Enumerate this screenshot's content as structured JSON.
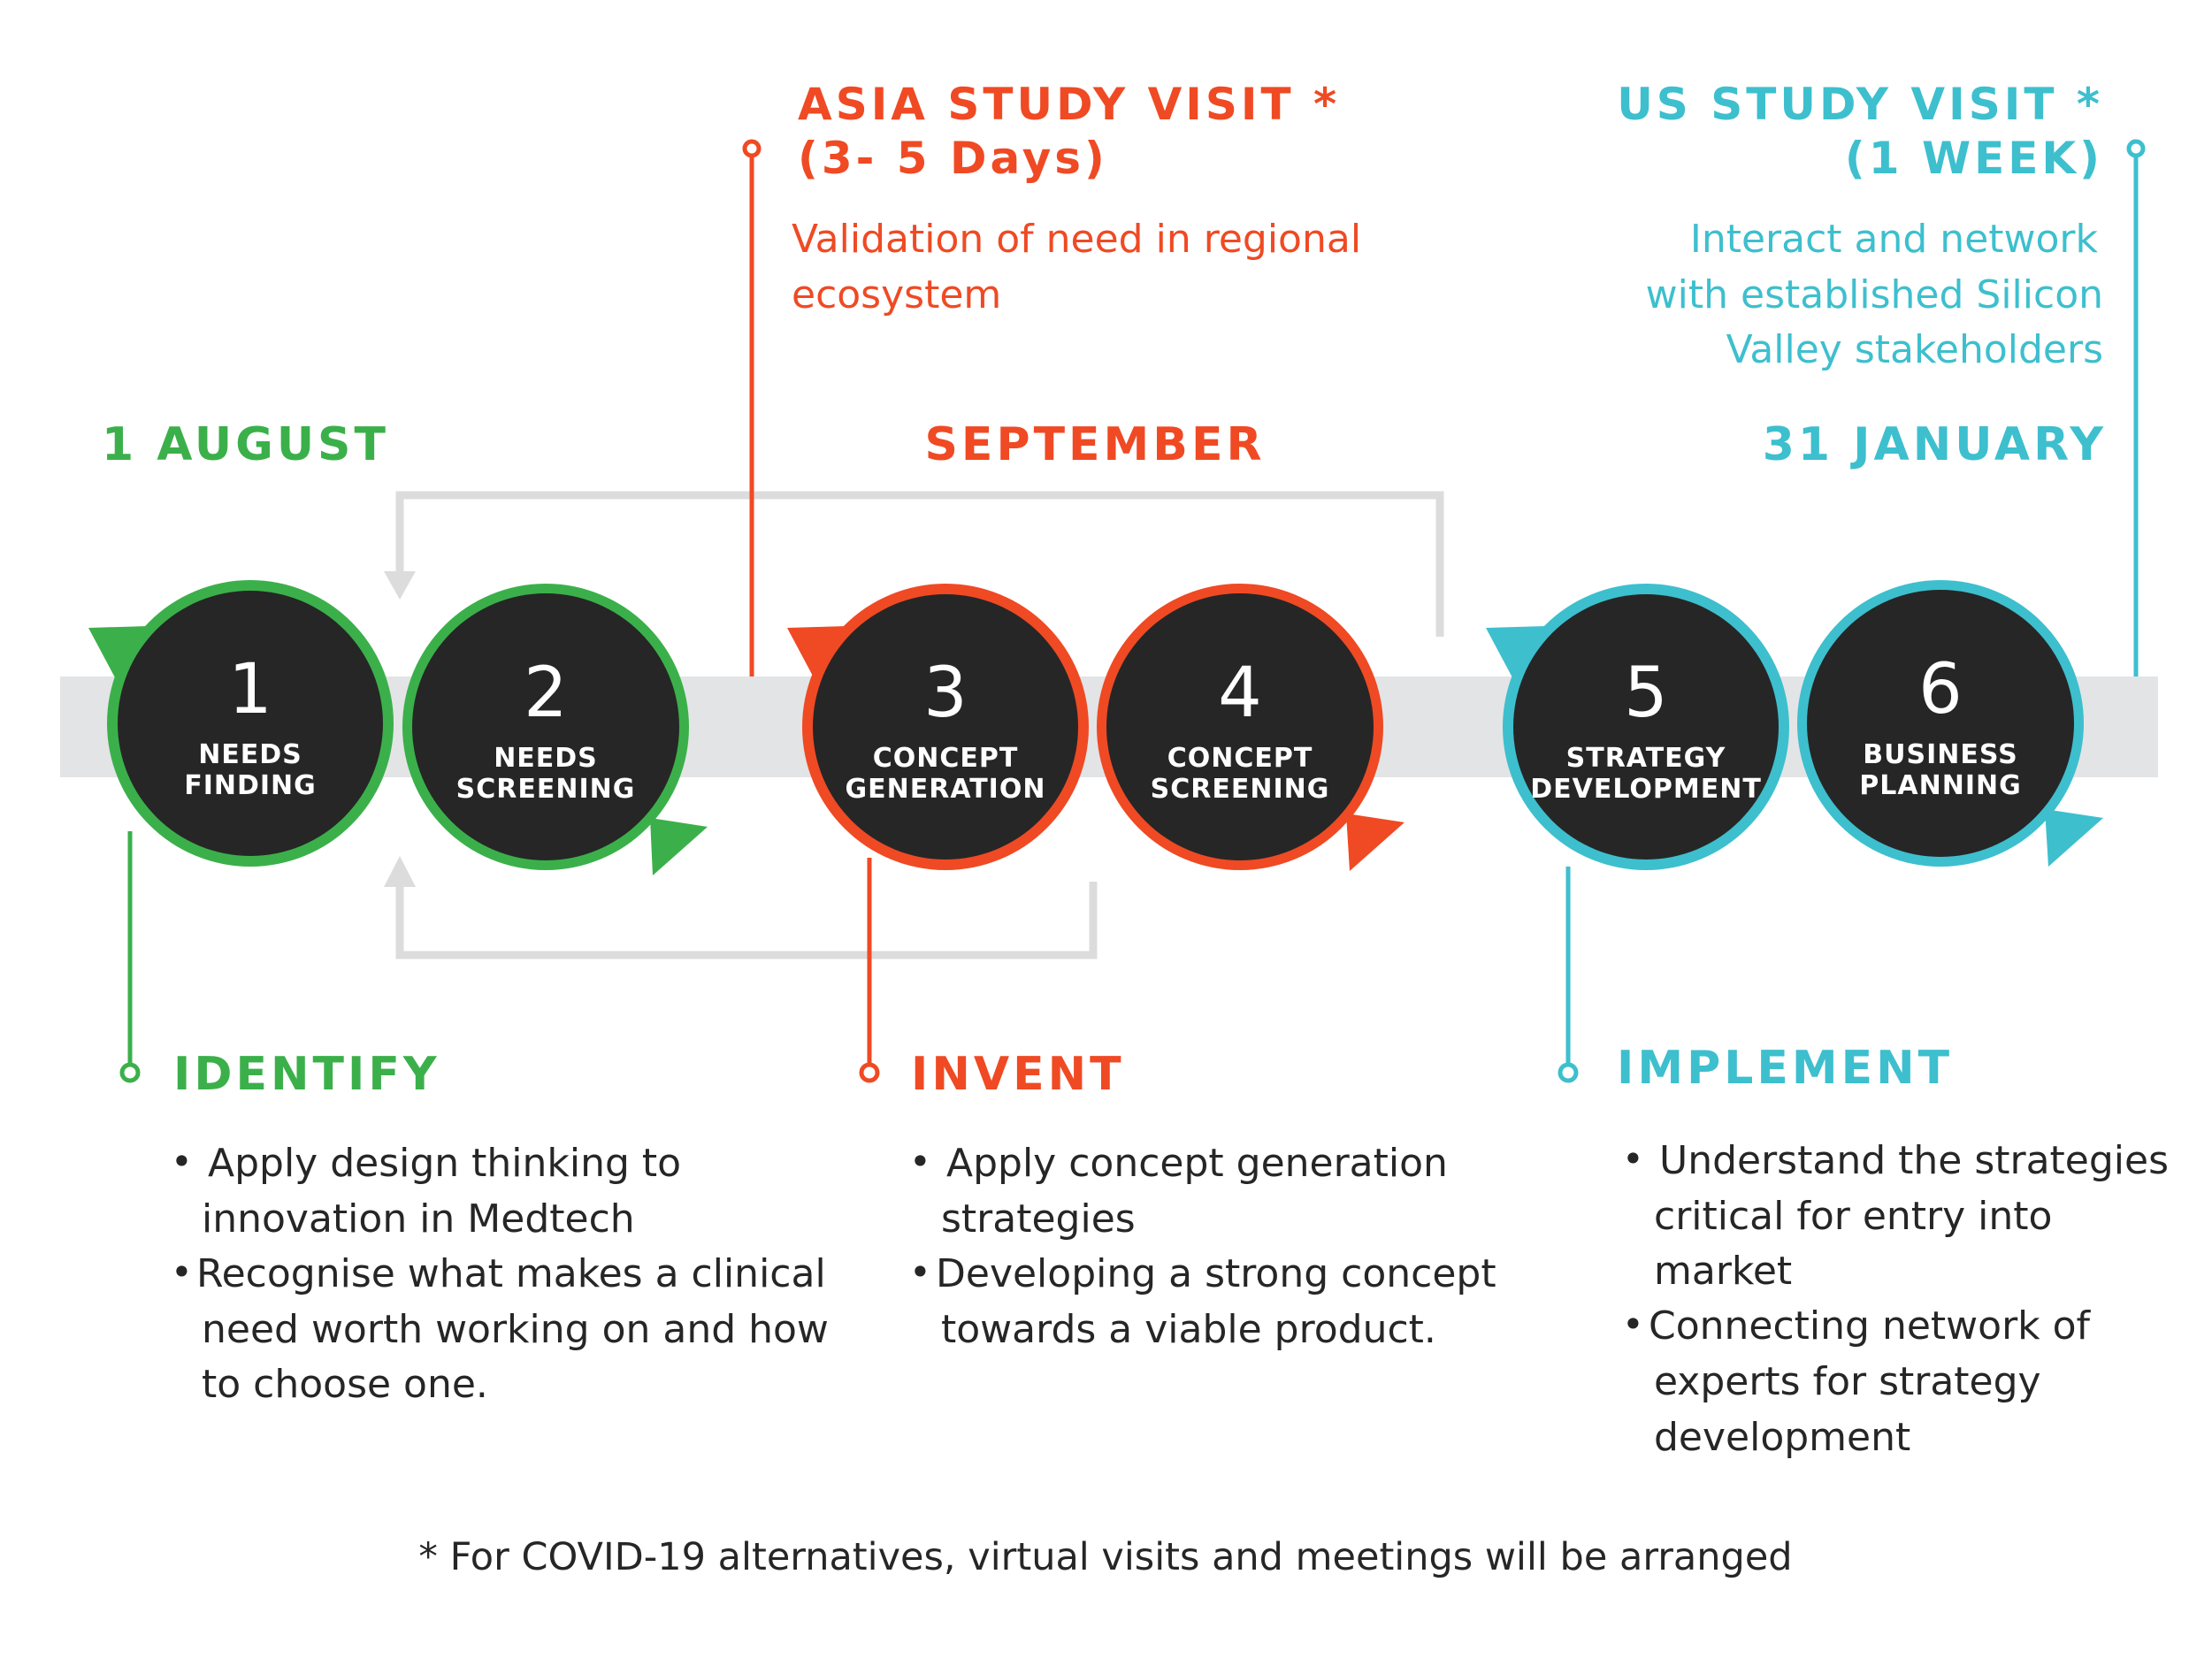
{
  "colors": {
    "green": "#3bb04a",
    "red": "#ef4a24",
    "teal": "#3dbfce",
    "dark": "#262626",
    "bar": "#e3e4e6",
    "loop": "#dcdcdc"
  },
  "dates": {
    "start": "1 AUGUST",
    "mid": "SEPTEMBER",
    "end": "31 JANUARY"
  },
  "asia_visit": {
    "title_line1": "ASIA STUDY VISIT *",
    "title_line2": "(3- 5 Days)",
    "desc_line1": "Validation of need in regional",
    "desc_line2": "ecosystem"
  },
  "us_visit": {
    "title_line1": "US STUDY VISIT *",
    "title_line2": "(1 WEEK)",
    "desc_line1": "Interact and network",
    "desc_line2": "with established Silicon",
    "desc_line3": "Valley stakeholders"
  },
  "steps": [
    {
      "num": "1",
      "line1": "NEEDS",
      "line2": "FINDING",
      "color": "green"
    },
    {
      "num": "2",
      "line1": "NEEDS",
      "line2": "SCREENING",
      "color": "green"
    },
    {
      "num": "3",
      "line1": "CONCEPT",
      "line2": "GENERATION",
      "color": "red"
    },
    {
      "num": "4",
      "line1": "CONCEPT",
      "line2": "SCREENING",
      "color": "red"
    },
    {
      "num": "5",
      "line1": "STRATEGY",
      "line2": "DEVELOPMENT",
      "color": "teal"
    },
    {
      "num": "6",
      "line1": "BUSINESS",
      "line2": "PLANNING",
      "color": "teal"
    }
  ],
  "phases": {
    "identify": {
      "title": "IDENTIFY",
      "b1_line1": "Apply design thinking to",
      "b1_line2": "innovation in Medtech",
      "b2_line1": "Recognise what makes a clinical",
      "b2_line2": "need worth working on and how",
      "b2_line3": "to choose one."
    },
    "invent": {
      "title": "INVENT",
      "b1_line1": "Apply concept generation",
      "b1_line2": "strategies",
      "b2_line1": "Developing a strong concept",
      "b2_line2": "towards a viable product."
    },
    "implement": {
      "title": "IMPLEMENT",
      "b1_line1": "Understand the strategies",
      "b1_line2": "critical for entry into",
      "b1_line3": "market",
      "b2_line1": "Connecting network of",
      "b2_line2": "experts for strategy",
      "b2_line3": "development"
    }
  },
  "bullet": "•",
  "footnote": "* For COVID-19 alternatives, virtual visits and meetings will be arranged"
}
